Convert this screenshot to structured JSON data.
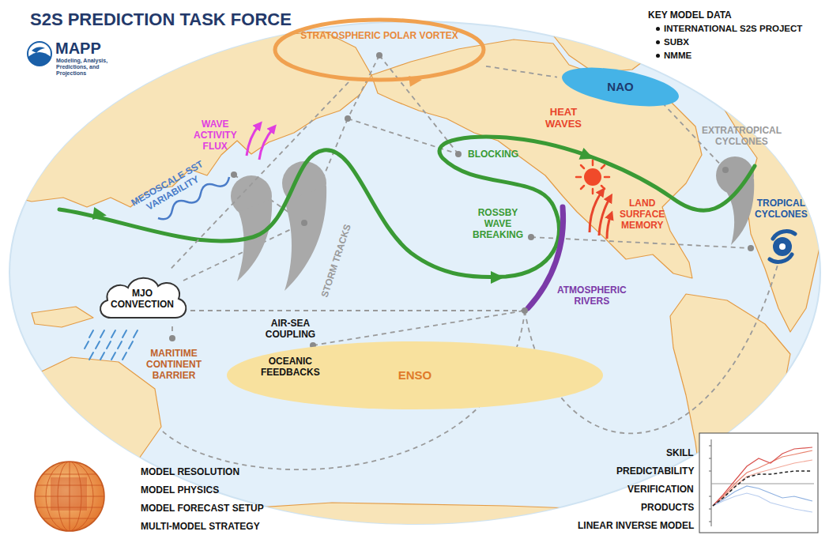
{
  "diagram": {
    "title": "S2S PREDICTION TASK FORCE",
    "nodes": [
      {
        "text": [
          "STRATOSPHERIC POLAR VORTEX"
        ]
      },
      {
        "text": [
          "NAO"
        ]
      },
      {
        "text": [
          "MJO CONVECTION"
        ]
      },
      {
        "text": [
          "ENSO"
        ]
      }
    ],
    "edges": [
      {
        "from": 0,
        "to": 1,
        "arrow": "none"
      },
      {
        "from": 0,
        "to": 2,
        "arrow": "none"
      }
    ],
    "labels": [
      "MAPP",
      "Modeling, Analysis, Predictions, and Projections",
      "KEY MODEL DATA",
      "INTERNATIONAL S2S PROJECT",
      "SUBX",
      "NMME",
      "WAVE ACTIVITY FLUX",
      "MESOSCALE SST VARIABILITY",
      "STORM TRACKS",
      "BLOCKING",
      "HEAT WAVES",
      "LAND SURFACE MEMORY",
      "ROSSBY WAVE BREAKING",
      "ATMOSPHERIC RIVERS",
      "EXTRATROPICAL CYCLONES",
      "TROPICAL CYCLONES",
      "AIR-SEA COUPLING",
      "OCEANIC FEEDBACKS",
      "MARITIME CONTINENT BARRIER",
      "MODEL RESOLUTION",
      "MODEL PHYSICS",
      "MODEL FORECAST SETUP",
      "MULTI-MODEL STRATEGY",
      "SKILL",
      "PREDICTABILITY",
      "VERIFICATION",
      "PRODUCTS",
      "LINEAR INVERSE MODEL"
    ]
  }
}
